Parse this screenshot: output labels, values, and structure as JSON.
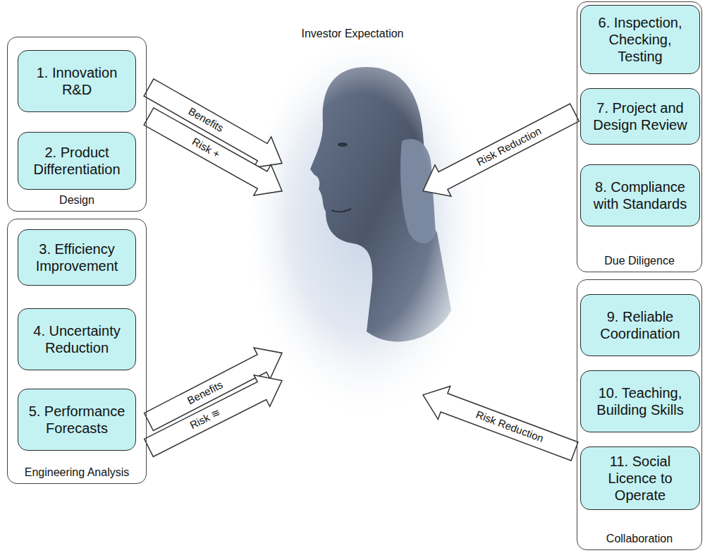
{
  "diagram": {
    "nodes": [
      {
        "text": [
          "Design"
        ]
      },
      {
        "text": [
          "1. Innovation R&D"
        ],
        "in": 0
      },
      {
        "text": [
          "2. Product Differentiation"
        ],
        "in": 0
      },
      {
        "text": [
          "Engineering Analysis"
        ]
      },
      {
        "text": [
          "3. Efficiency Improvement"
        ],
        "in": 3
      },
      {
        "text": [
          "4. Uncertainty Reduction"
        ],
        "in": 3
      },
      {
        "text": [
          "5. Performance Forecasts"
        ],
        "in": 3
      },
      {
        "text": [
          "Due Diligence"
        ]
      },
      {
        "text": [
          "6. Inspection, Checking, Testing"
        ],
        "in": 7
      },
      {
        "text": [
          "7. Project and Design Review"
        ],
        "in": 7
      },
      {
        "text": [
          "8. Compliance with Standards"
        ],
        "in": 7
      },
      {
        "text": [
          "Collaboration"
        ]
      },
      {
        "text": [
          "9. Reliable Coordination"
        ],
        "in": 11
      },
      {
        "text": [
          "10. Teaching, Building Skills"
        ],
        "in": 11
      },
      {
        "text": [
          "11. Social Licence to Operate"
        ],
        "in": 11
      },
      {
        "text": [
          "Investor Expectation"
        ]
      }
    ],
    "edges": [
      {
        "from": 0,
        "to": 15,
        "arrow": "to",
        "label": "Benefits"
      },
      {
        "from": 0,
        "to": 15,
        "arrow": "to",
        "label": "Risk +"
      },
      {
        "from": 3,
        "to": 15,
        "arrow": "to",
        "label": "Benefits"
      },
      {
        "from": 3,
        "to": 15,
        "arrow": "to",
        "label": "Risk ≋"
      },
      {
        "from": 7,
        "to": 15,
        "arrow": "to",
        "label": "Risk Reduction"
      },
      {
        "from": 11,
        "to": 15,
        "arrow": "to",
        "label": "Risk Reduction"
      }
    ]
  }
}
